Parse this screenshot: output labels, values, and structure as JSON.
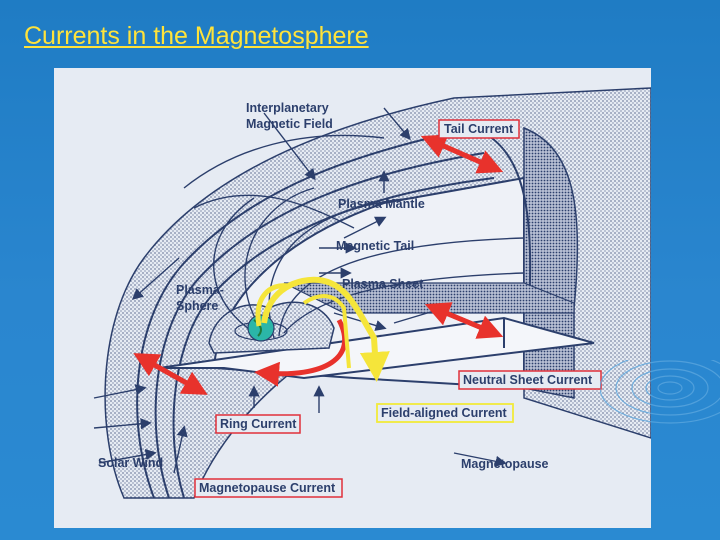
{
  "slide": {
    "title": "Currents in the Magnetosphere"
  },
  "diagram": {
    "labels": {
      "interplanetary_1": "Interplanetary",
      "interplanetary_2": "Magnetic Field",
      "plasma_mantle": "Plasma Mantle",
      "magnetic_tail": "Magnetic Tail",
      "plasma_sheet": "Plasma Sheet",
      "plasmasphere_1": "Plasma-",
      "plasmasphere_2": "Sphere",
      "solar_wind": "Solar Wind",
      "magnetopause": "Magnetopause"
    },
    "current_labels": {
      "tail_current": "Tail Current",
      "neutral_sheet_current": "Neutral Sheet Current",
      "field_aligned_current": "Field-aligned Current",
      "ring_current": "Ring Current",
      "magnetopause_current": "Magnetopause  Current"
    },
    "colors": {
      "current_box": "#e0303a",
      "field_aligned_box": "#f2ea3a",
      "current_arrow": "#e8322c",
      "field_aligned_arrow": "#f5e53a",
      "line": "#2c3f6c",
      "background": "#e6ebf3"
    }
  }
}
